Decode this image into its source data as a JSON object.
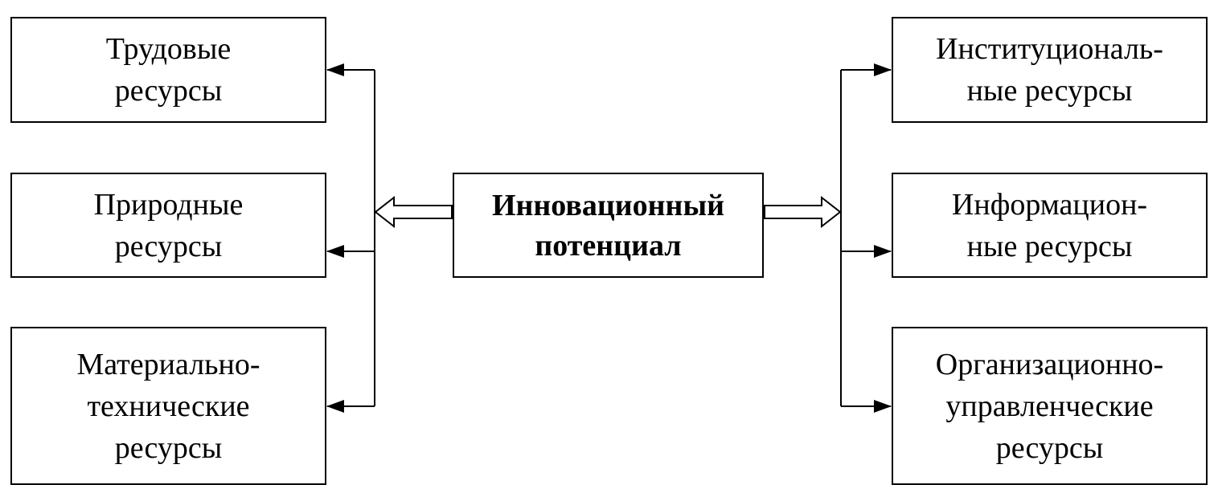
{
  "center": {
    "line1": "Инновационный",
    "line2": "потенциал"
  },
  "left_resources": [
    {
      "lines": [
        "Трудовые",
        "ресурсы"
      ]
    },
    {
      "lines": [
        "Природные",
        "ресурсы"
      ]
    },
    {
      "lines": [
        "Материально-",
        "технические",
        "ресурсы"
      ]
    }
  ],
  "right_resources": [
    {
      "lines": [
        "Институциональ-",
        "ные ресурсы"
      ]
    },
    {
      "lines": [
        "Информацион-",
        "ные ресурсы"
      ]
    },
    {
      "lines": [
        "Организационно-",
        "управленческие",
        "ресурсы"
      ]
    }
  ],
  "colors": {
    "stroke": "#000000",
    "background": "#ffffff"
  }
}
